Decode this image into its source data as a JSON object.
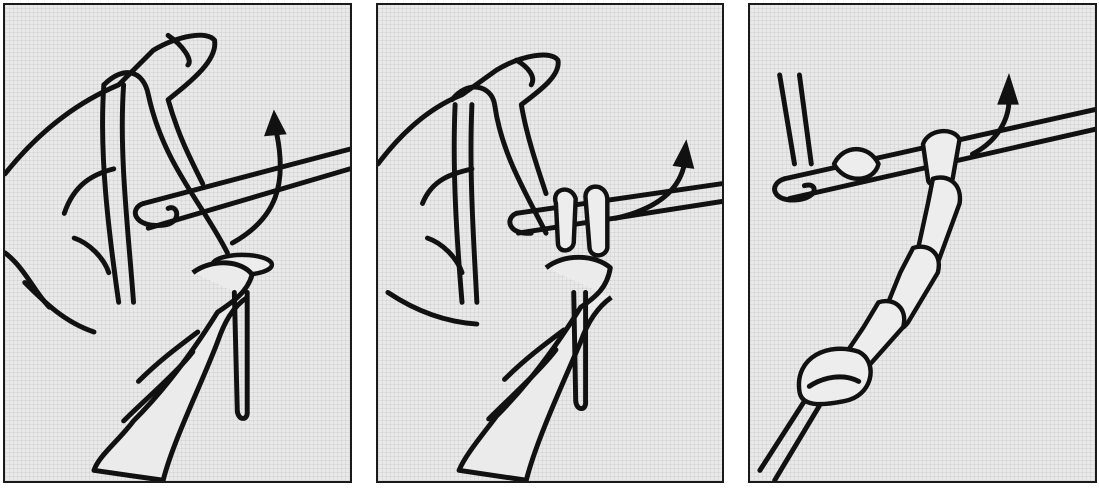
{
  "figure": {
    "panels": [
      {
        "id": "panel-1"
      },
      {
        "id": "panel-2"
      },
      {
        "id": "panel-3"
      }
    ]
  },
  "colors": {
    "ink": "#111111",
    "paper": "#e9e9e9",
    "border": "#1a1a1a",
    "background": "#ffffff"
  }
}
